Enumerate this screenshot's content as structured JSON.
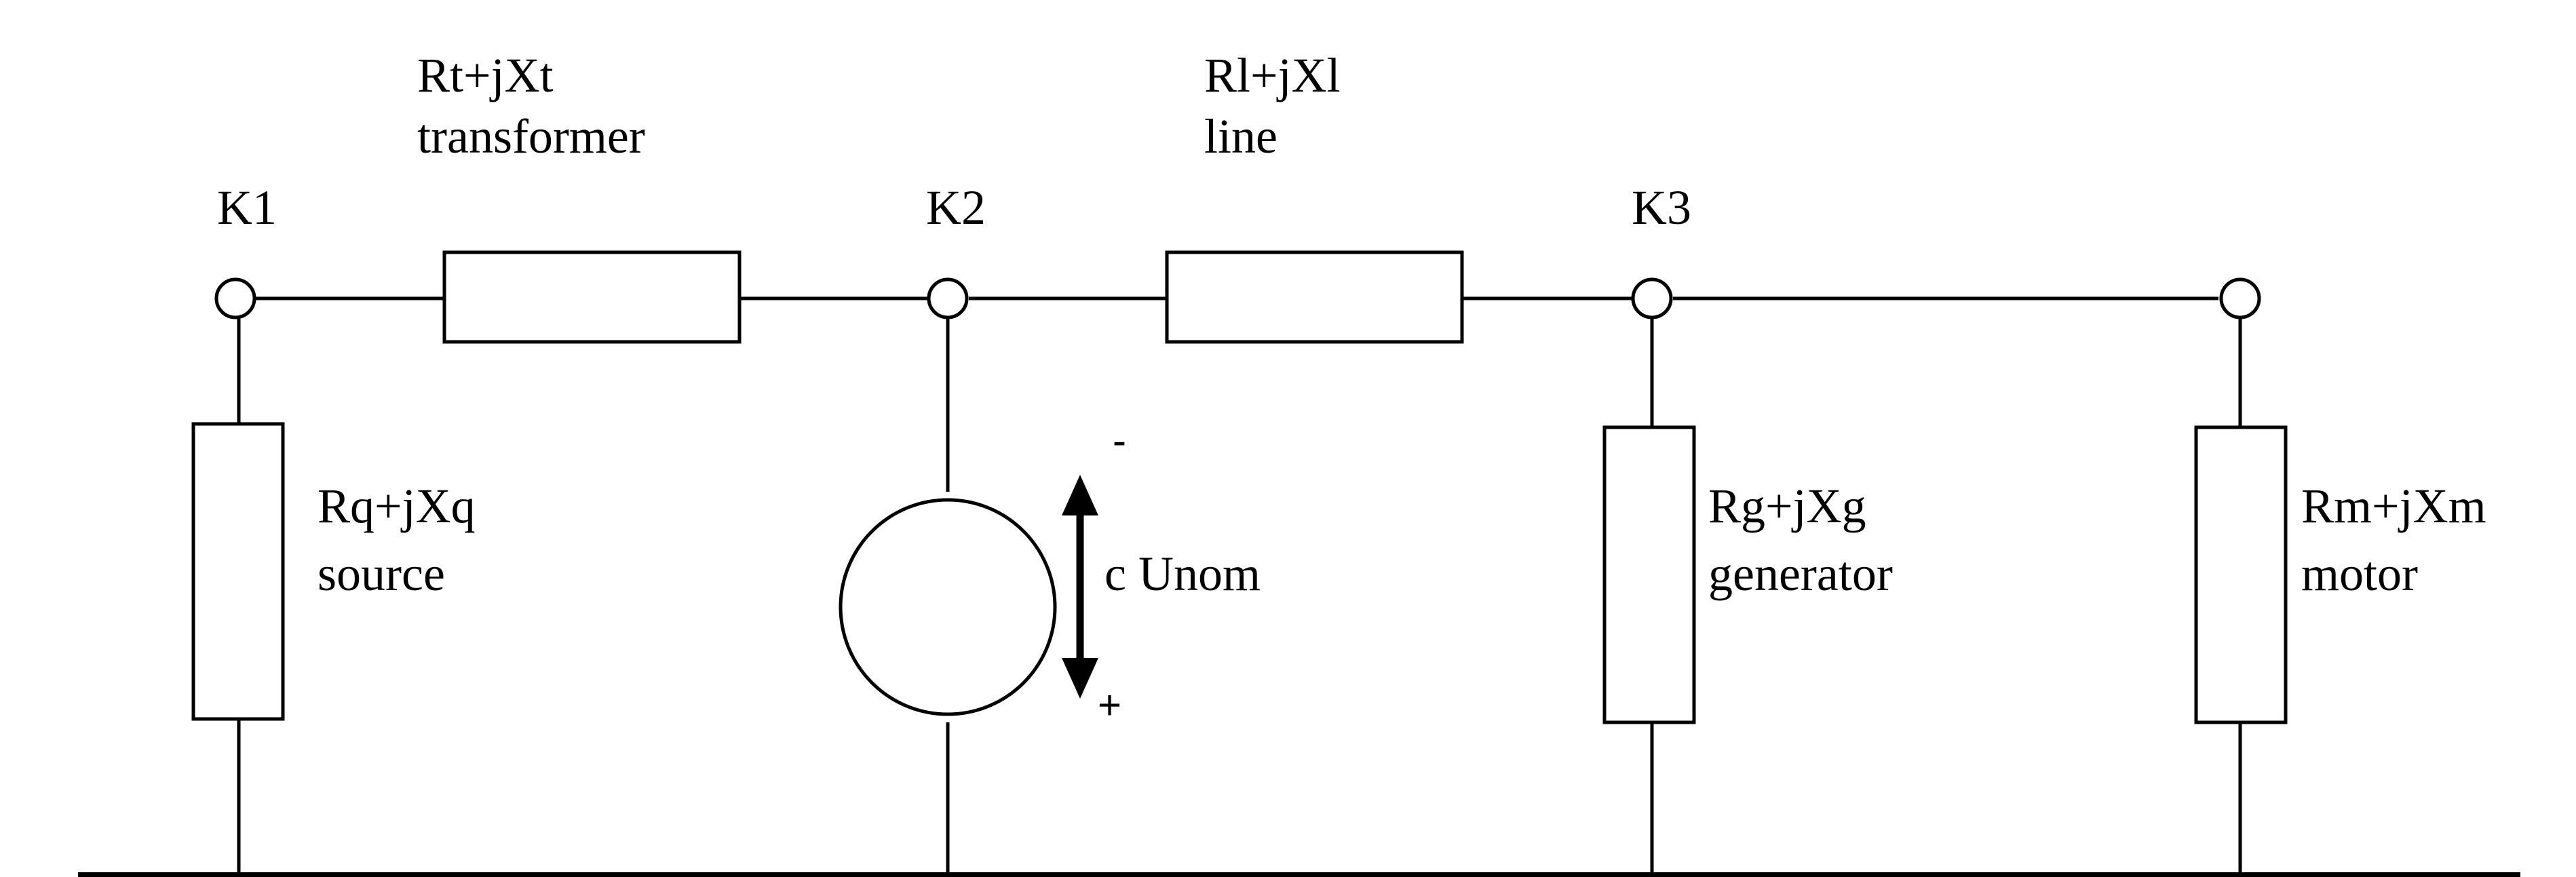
{
  "nodes": {
    "k1": "K1",
    "k2": "K2",
    "k3": "K3"
  },
  "transformer": {
    "impedance": "Rt+jXt",
    "name": "transformer"
  },
  "line": {
    "impedance": "Rl+jXl",
    "name": "line"
  },
  "source": {
    "impedance": "Rq+jXq",
    "name": "source"
  },
  "voltage_source": {
    "label": "c Unom",
    "minus": "-",
    "plus": "+"
  },
  "generator": {
    "impedance": "Rg+jXg",
    "name": "generator"
  },
  "motor": {
    "impedance": "Rm+jXm",
    "name": "motor"
  },
  "colors": {
    "stroke": "#000000",
    "background": "#ffffff"
  }
}
